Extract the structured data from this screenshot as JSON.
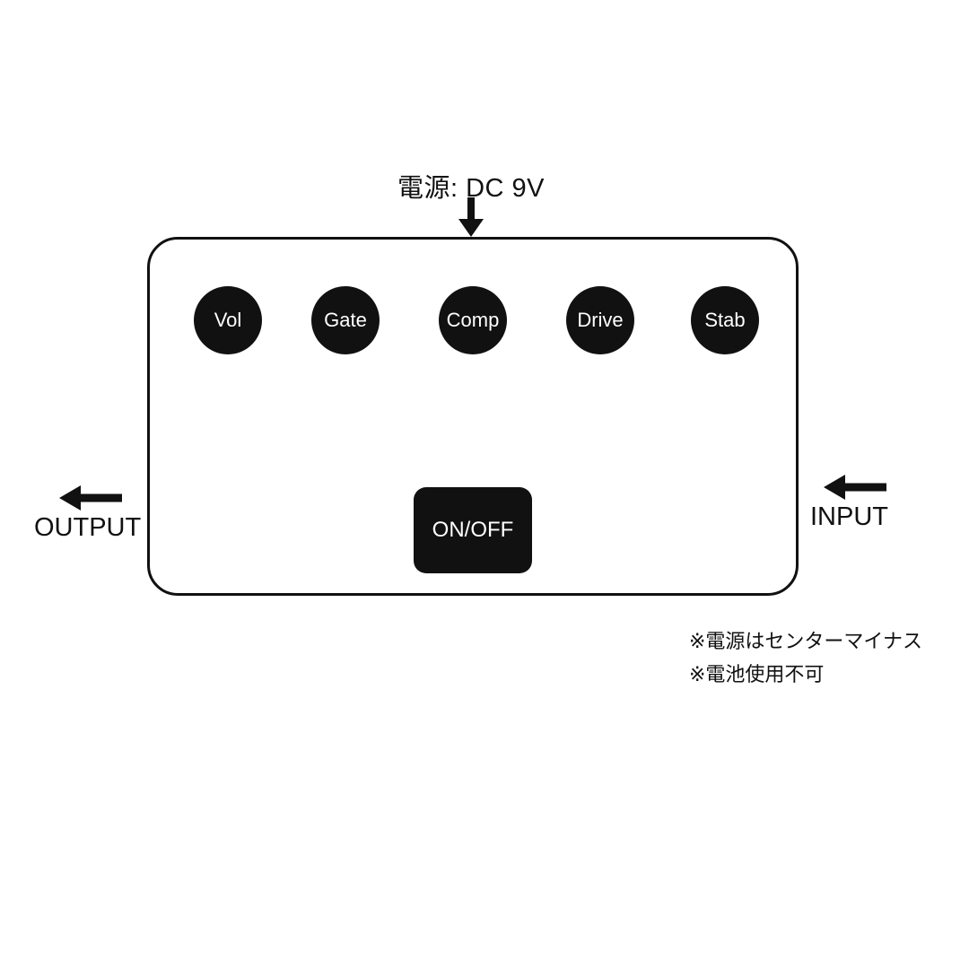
{
  "diagram": {
    "power_label": "電源: DC 9V",
    "knobs": [
      {
        "label": "Vol"
      },
      {
        "label": "Gate"
      },
      {
        "label": "Comp"
      },
      {
        "label": "Drive"
      },
      {
        "label": "Stab"
      }
    ],
    "switch_label": "ON/OFF",
    "output_label": "OUTPUT",
    "input_label": "INPUT",
    "notes": [
      "※電源はセンターマイナス",
      "※電池使用不可"
    ],
    "colors": {
      "ink": "#111111",
      "background": "#ffffff"
    }
  }
}
